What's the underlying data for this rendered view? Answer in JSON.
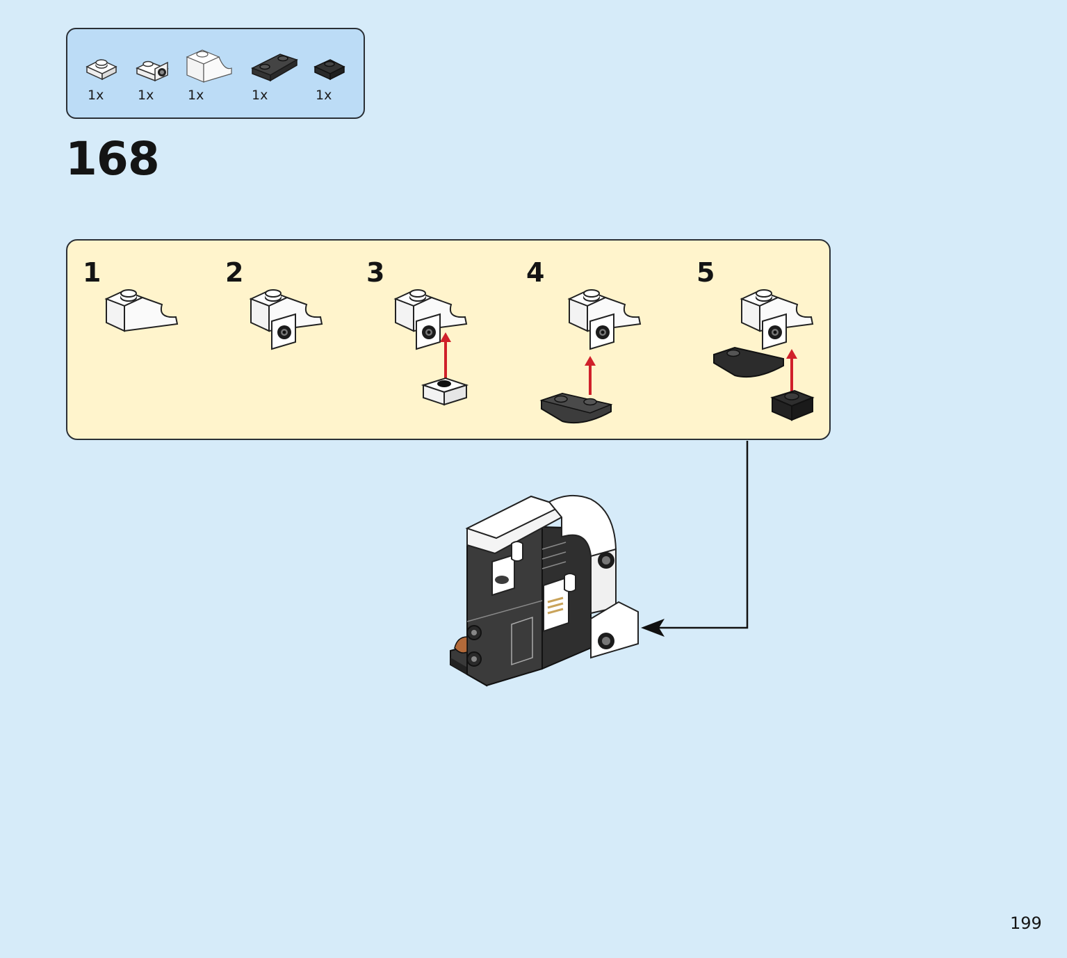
{
  "parts_list": {
    "items": [
      {
        "name": "white-plate-1x1",
        "qty": "1x",
        "color": "#ffffff"
      },
      {
        "name": "white-bracket-1x1",
        "qty": "1x",
        "color": "#ffffff"
      },
      {
        "name": "white-slope-curved",
        "qty": "1x",
        "color": "#ffffff"
      },
      {
        "name": "dark-grey-plate-round-2x2",
        "qty": "1x",
        "color": "#3b3b3b"
      },
      {
        "name": "black-plate-1x1",
        "qty": "1x",
        "color": "#2b2b2b"
      }
    ]
  },
  "step": {
    "number": "168"
  },
  "sub_steps": [
    {
      "number": "1"
    },
    {
      "number": "2"
    },
    {
      "number": "3"
    },
    {
      "number": "4"
    },
    {
      "number": "5"
    }
  ],
  "colors": {
    "page_bg": "#d6ebf9",
    "parts_bg": "#bcdcf6",
    "substep_bg": "#fff4cc",
    "arrow_red": "#d0202a",
    "outline": "#2a2f35"
  },
  "page": {
    "number": "199"
  }
}
